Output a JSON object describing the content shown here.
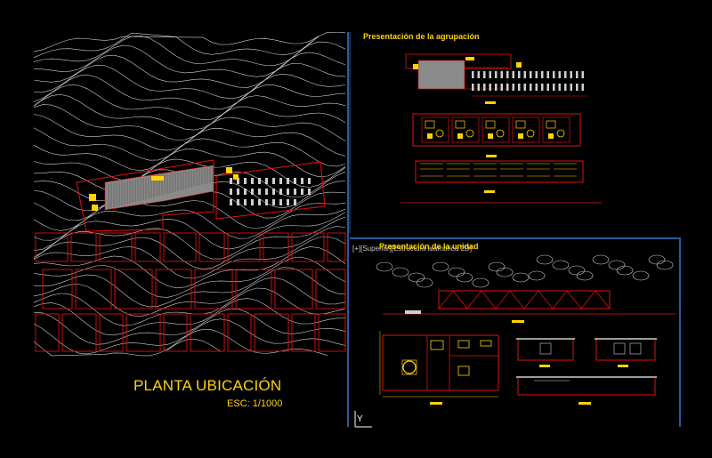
{
  "drawing": {
    "site_plan_title": "PLANTA UBICACIÓN",
    "site_plan_scale": "ESC: 1/1000",
    "group_title": "Presentación de la agrupación",
    "unit_title": "Presentación de la unidad",
    "viewport_label": "[+][Superior][Estructura alámbrica 2D]",
    "ucs_axis_label": "Y"
  },
  "colors": {
    "background": "#000000",
    "contour": "#d0d0d0",
    "wall": "#e01010",
    "highlight": "#ffd400",
    "viewport_border": "#2a5a9a"
  }
}
